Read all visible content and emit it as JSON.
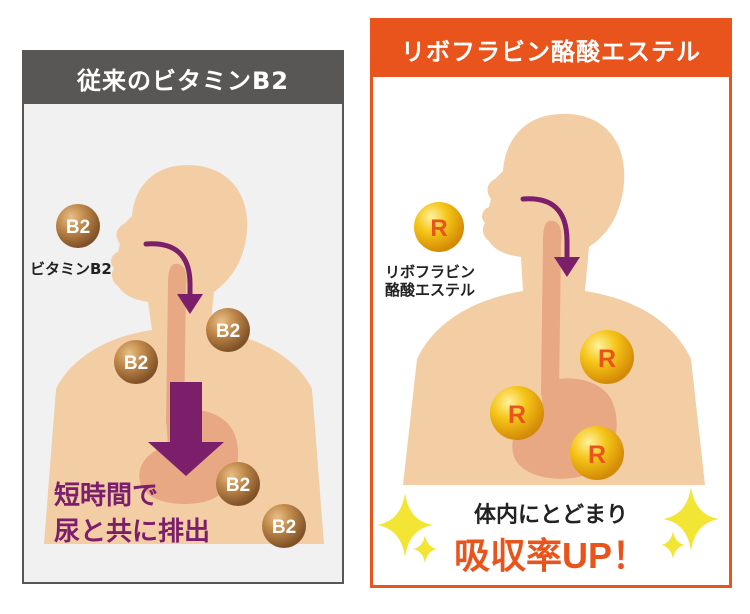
{
  "left": {
    "title": "従来のビタミンB2",
    "ball_text": "B2",
    "ingredient_label": "ビタミンB2",
    "result_lines": [
      "短時間で",
      "尿と共に排出"
    ]
  },
  "right": {
    "title": "リボフラビン酪酸エステル",
    "ball_text": "R",
    "ingredient_label_lines": [
      "リボフラビン",
      "酪酸エステル"
    ],
    "result_line1": "体内にとどまり",
    "result_line2": "吸収率UP！"
  },
  "colors": {
    "left_frame": "#595656",
    "right_frame": "#e8541c",
    "left_body_bg": "#f1f1f1",
    "skin": "#f3cda4",
    "organ": "#e7a883",
    "left_arrow": "#7c1f6b",
    "right_arrow": "#7c1f6b",
    "result_purple": "#7b1e6c",
    "result_orange": "#e8541c",
    "sparkle": "#f2e534"
  },
  "icons": [
    "human-silhouette-icon",
    "arrow-down-icon",
    "sparkle-icon"
  ]
}
